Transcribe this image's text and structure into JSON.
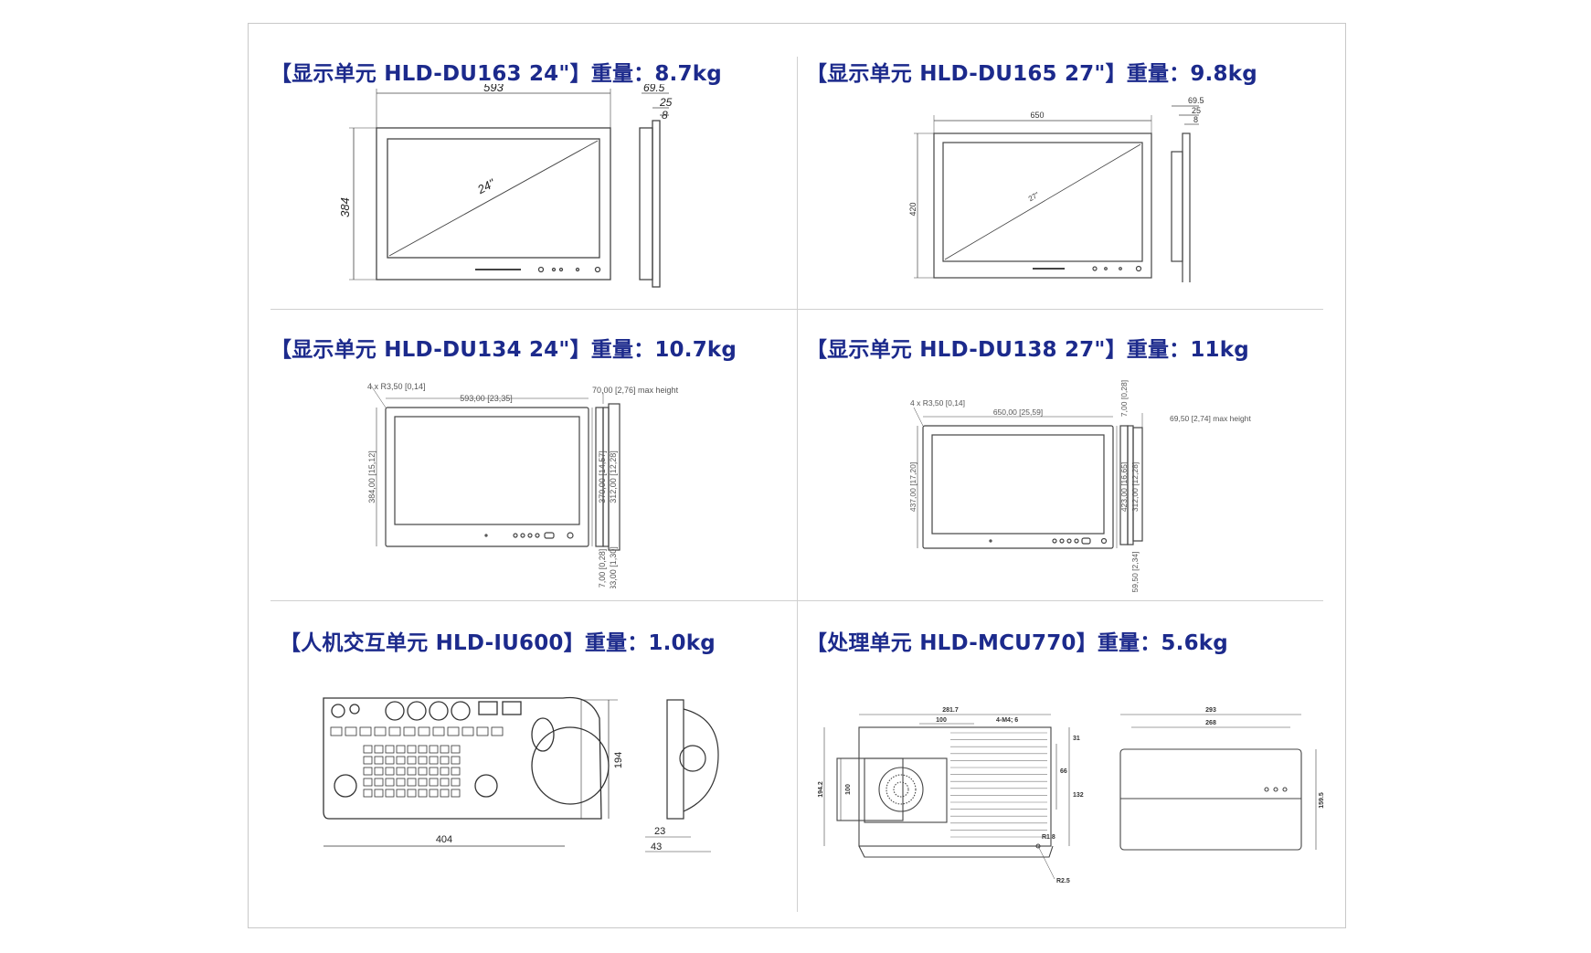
{
  "panels": {
    "du163": {
      "title": "【显示单元 HLD-DU163 24\"】重量：8.7kg",
      "dim_w": "593",
      "dim_h": "384",
      "diag": "24\"",
      "side_a": "69.5",
      "side_b": "25",
      "side_c": "8"
    },
    "du165": {
      "title": "【显示单元 HLD-DU165 27\"】重量：9.8kg",
      "dim_w": "650",
      "dim_h": "420",
      "diag": "27\"",
      "side_a": "69.5",
      "side_b": "25",
      "side_c": "8"
    },
    "du134": {
      "title": "【显示单元 HLD-DU134 24\"】重量：10.7kg",
      "radius": "4 x R3,50 [0,14]",
      "dim_w": "593,00 [23,35]",
      "dim_h": "384,00 [15,12]",
      "depth": "70,00 [2,76] max height",
      "inner_h1": "370,00 [14,57]",
      "inner_h2": "312,00 [12,28]",
      "bot1": "7,00 [0,28]",
      "bot2": "33,00 [1,30]"
    },
    "du138": {
      "title": "【显示单元 HLD-DU138 27\"】重量：11kg",
      "radius": "4 x R3,50 [0,14]",
      "dim_w": "650,00 [25,59]",
      "dim_h": "437,00 [17,20]",
      "depth": "69,50 [2,74] max height",
      "top": "7,00 [0,28]",
      "inner_h1": "423,00 [16,65]",
      "inner_h2": "312,00 [12,28]",
      "bot": "59,50 [2,34]"
    },
    "iu600": {
      "title": "【人机交互单元 HLD-IU600】重量：1.0kg",
      "dim_w": "404",
      "dim_h": "194",
      "side_a": "23",
      "side_b": "43"
    },
    "mcu770": {
      "title": "【处理单元 HLD-MCU770】重量：5.6kg",
      "d1": "281.7",
      "d2": "100",
      "holes": "4-M4; 6",
      "d4": "31",
      "d5": "66",
      "d6": "132",
      "d7": "194.2",
      "d8": "100",
      "r1": "R1.8",
      "r2": "R2.5",
      "w1": "293",
      "w2": "268",
      "h1": "159.5"
    }
  }
}
